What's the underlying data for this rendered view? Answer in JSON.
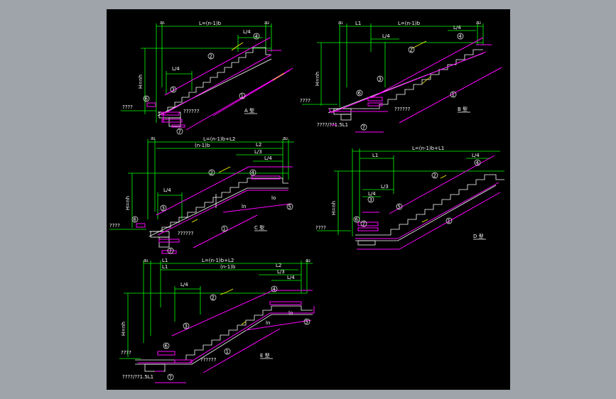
{
  "panels": {
    "A": {
      "title": "A 型",
      "top_dim": "L=(n-1)b",
      "a_left": "a₁",
      "a_right": "a₂",
      "quarter_top": "L/4",
      "quarter_mid": "L/4",
      "height": "H=nh",
      "note_left": "????",
      "note_bottom": "??????"
    },
    "B": {
      "title": "B 型",
      "top_dim": "L=(n-1)b",
      "a_left": "a₁",
      "a_right": "a₂",
      "l1": "L1",
      "quarter_top": "L/4",
      "quarter_mid": "L/4",
      "height": "H=nh",
      "note_left": "????",
      "note_bottom": "??????",
      "note_extra": "????/??1.5L1"
    },
    "C": {
      "title": "C 型",
      "top_dim": "L=(n-1)b+L2",
      "sub_dim": "(n-1)b",
      "l2": "L2",
      "l3": "L/3",
      "l4": "L/4",
      "a_left": "a₁",
      "a_right": "a₂",
      "quarter_mid": "L/4",
      "height": "H=nh",
      "ln": "ln",
      "lo": "lo",
      "note_left": "????",
      "note_bottom": "??????"
    },
    "D": {
      "title": "D 型",
      "top_dim": "L=(n-1)b+L1",
      "l1": "L1",
      "l3": "L/3",
      "l4": "L/4",
      "quarter_top": "L/4",
      "height": "H=nh",
      "note_left": "????"
    },
    "E": {
      "title": "E 型",
      "top_dim": "L=(n-1)b+L2",
      "sub_dim": "(n-1)b",
      "l1": "L1",
      "l1b": "L1",
      "l2": "L2",
      "l3": "L/3",
      "l4": "L/4",
      "a_left": "a₁",
      "a_right": "a₂",
      "quarter_mid": "L/4",
      "height": "H=nh",
      "ln": "ln",
      "lo": "lo",
      "note_left": "????",
      "note_bottom": "??????",
      "note_extra": "????/??1.5L1"
    }
  },
  "markers": {
    "m1": "①",
    "m2": "②",
    "m3": "③",
    "m4": "④",
    "m5": "⑤",
    "m6": "⑥",
    "m7": "⑦"
  },
  "colors": {
    "background": "#9ea4aa",
    "canvas": "#000000",
    "dimension": "#00ff00",
    "rebar": "#ff00ff",
    "outline": "#ffffff",
    "label": "#ffff33"
  }
}
